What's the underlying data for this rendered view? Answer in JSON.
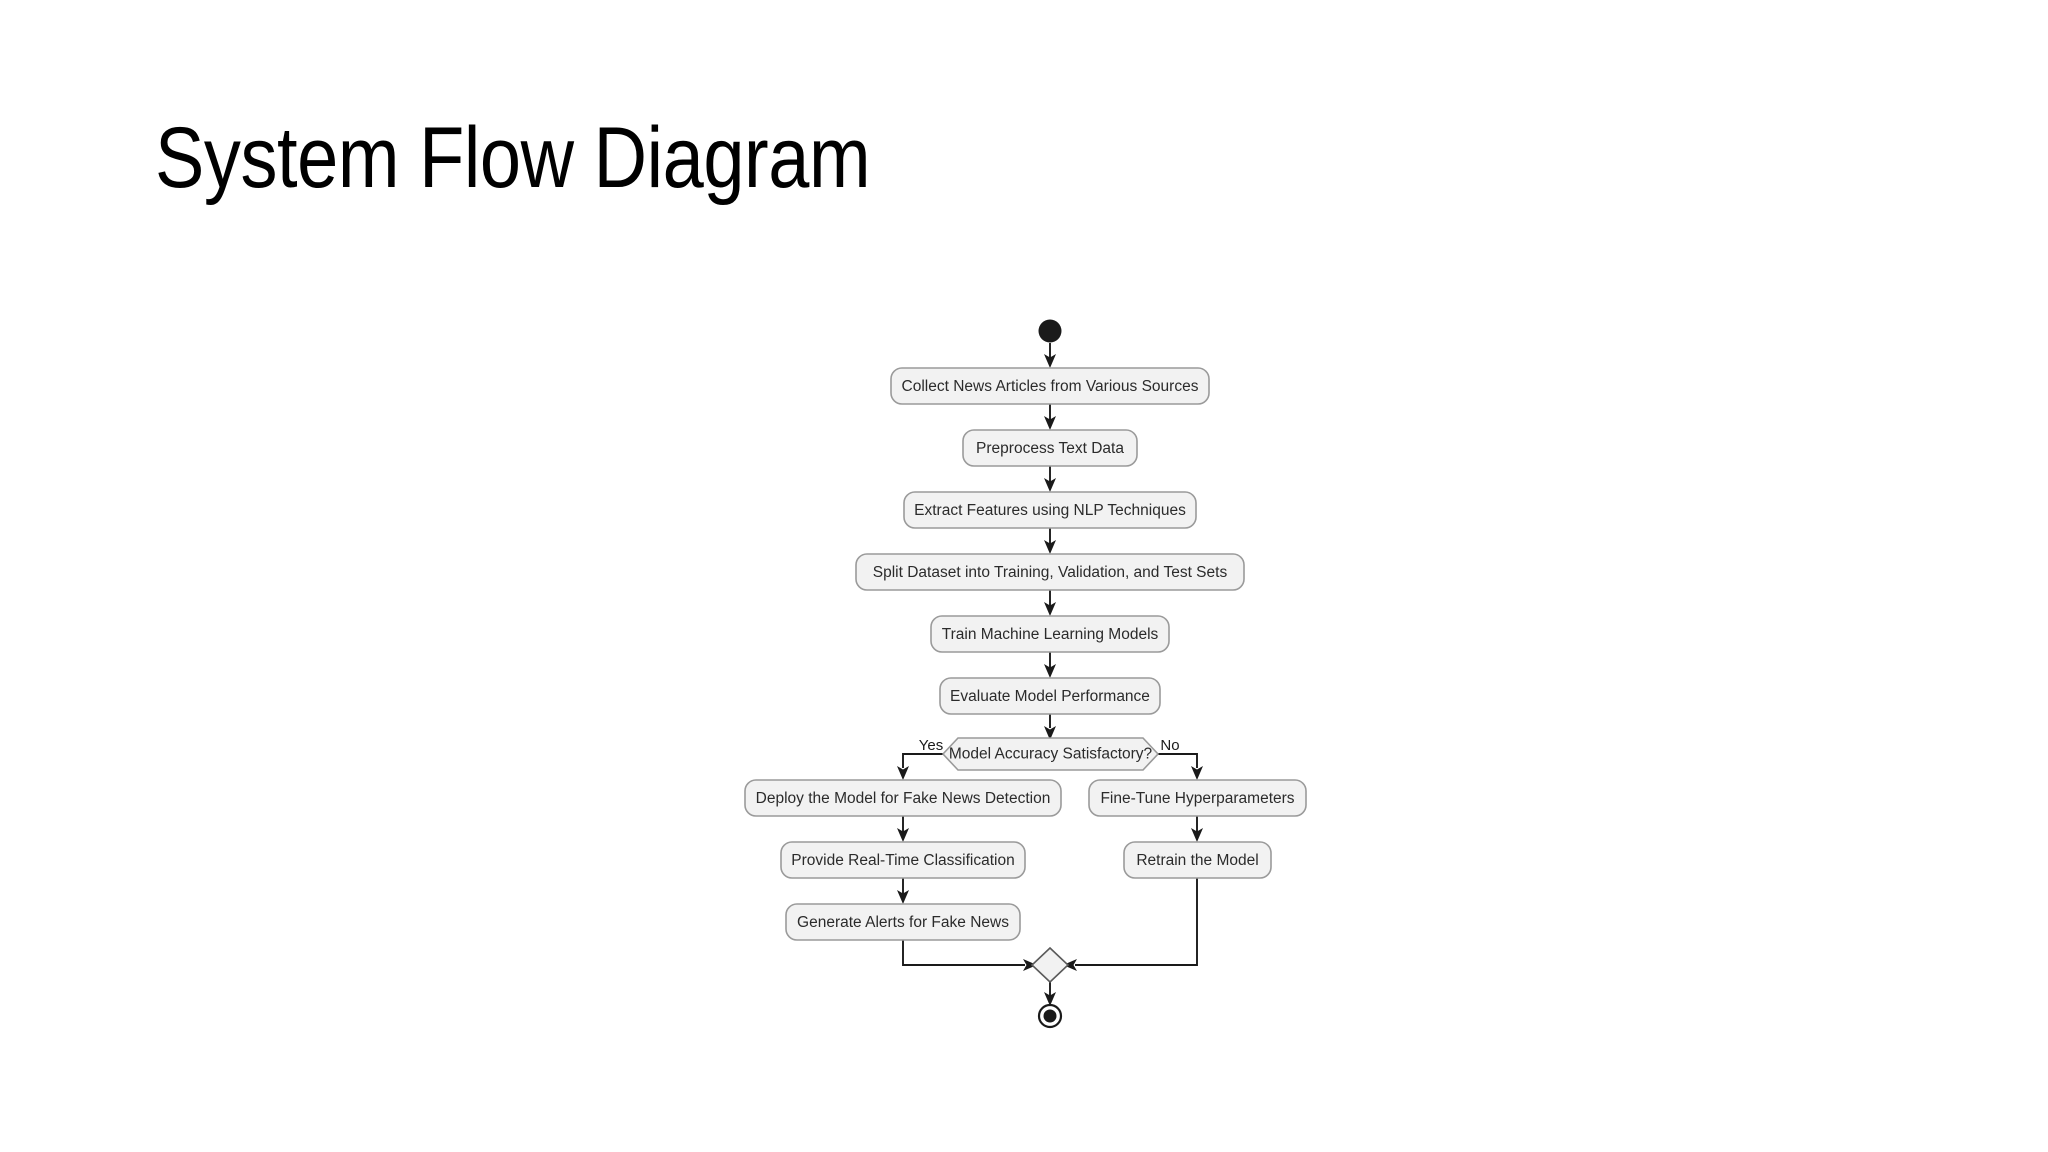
{
  "slide": {
    "title": "System Flow Diagram",
    "background": "#ffffff"
  },
  "theme": {
    "node_fill": "#F2F2F2",
    "node_stroke": "#9A9A9A",
    "edge_color": "#1A1A1A",
    "text_color": "#2B2B2B",
    "title_color": "#000000"
  },
  "diagram": {
    "type": "uml-activity-diagram",
    "start_node": {
      "name": "start",
      "shape": "filled-circle"
    },
    "end_node": {
      "name": "end",
      "shape": "ring-with-dot"
    },
    "merge_node": {
      "name": "merge",
      "shape": "diamond"
    },
    "decision": {
      "id": "decision",
      "label": "Model Accuracy Satisfactory?",
      "shape": "hexagon",
      "branches": [
        {
          "label": "Yes",
          "target": "deploy"
        },
        {
          "label": "No",
          "target": "finetune"
        }
      ]
    },
    "activities": [
      {
        "id": "collect",
        "label": "Collect News Articles from Various Sources"
      },
      {
        "id": "preprocess",
        "label": "Preprocess Text Data"
      },
      {
        "id": "extract",
        "label": "Extract Features using NLP Techniques"
      },
      {
        "id": "split",
        "label": "Split Dataset into Training, Validation, and Test Sets"
      },
      {
        "id": "train",
        "label": "Train Machine Learning Models"
      },
      {
        "id": "evaluate",
        "label": "Evaluate Model Performance"
      },
      {
        "id": "deploy",
        "label": "Deploy the Model for Fake News Detection"
      },
      {
        "id": "realtime",
        "label": "Provide Real-Time Classification"
      },
      {
        "id": "alerts",
        "label": "Generate Alerts for Fake News"
      },
      {
        "id": "finetune",
        "label": "Fine-Tune Hyperparameters"
      },
      {
        "id": "retrain",
        "label": "Retrain the Model"
      }
    ],
    "flow_sequence": [
      "start",
      "collect",
      "preprocess",
      "extract",
      "split",
      "train",
      "evaluate",
      "decision",
      "deploy|finetune",
      "realtime|retrain",
      "alerts",
      "merge",
      "end"
    ]
  }
}
